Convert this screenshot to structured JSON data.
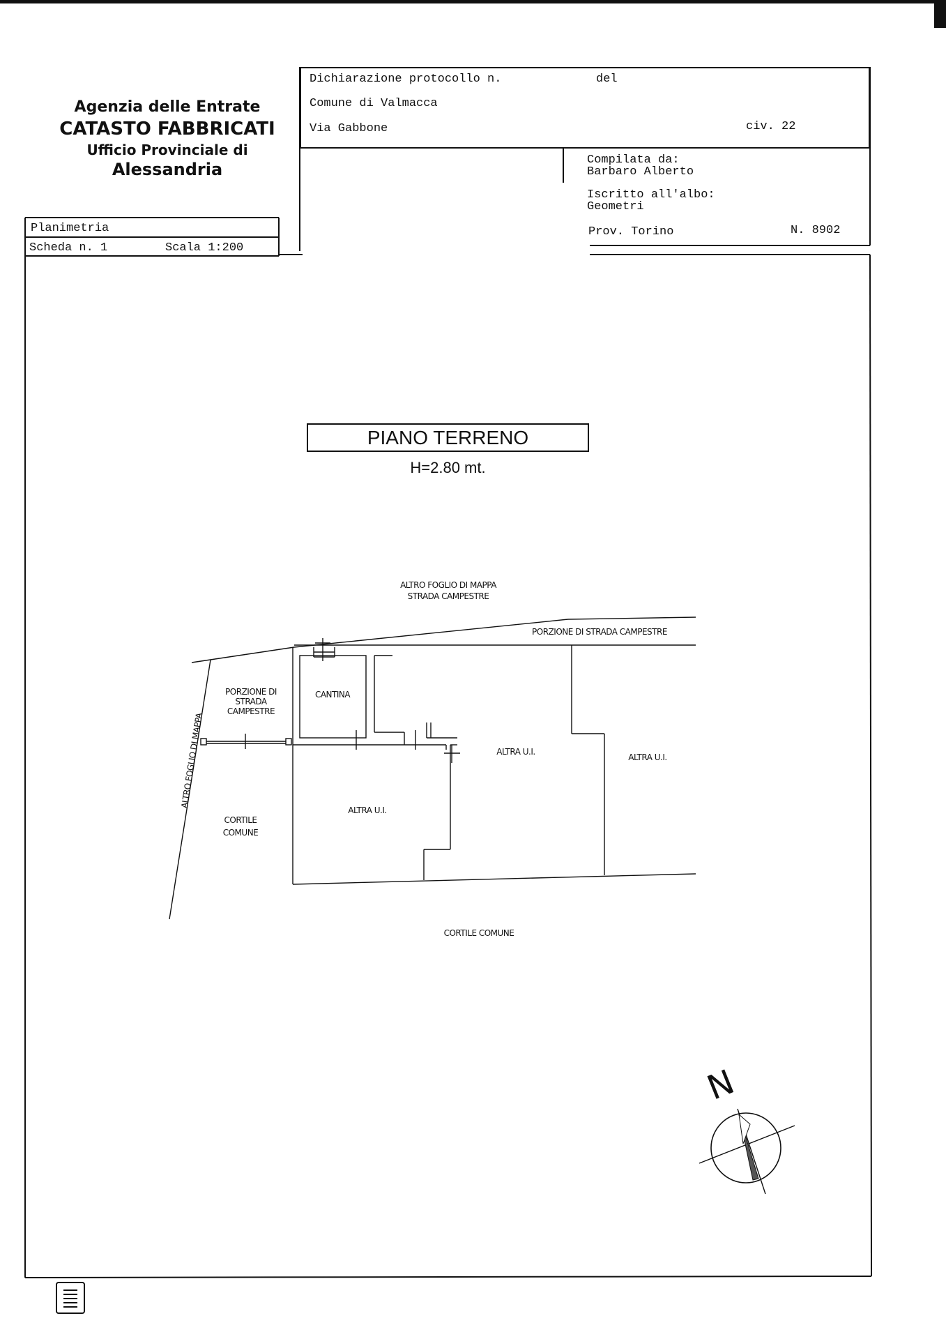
{
  "header": {
    "agency_line1": "Agenzia delle Entrate",
    "agency_line2": "CATASTO FABBRICATI",
    "agency_line3": "Ufficio Provinciale di",
    "agency_line4": "Alessandria"
  },
  "declaration": {
    "protocol_label": "Dichiarazione protocollo n.",
    "del_label": "del",
    "comune": "Comune di Valmacca",
    "via": "Via Gabbone",
    "civ": "civ. 22"
  },
  "compiler": {
    "compiled_label": "Compilata da:",
    "compiled_name": "Barbaro Alberto",
    "albo_label": "Iscritto all'albo:",
    "albo_value": "Geometri",
    "prov": "Prov. Torino",
    "number": "N. 8902"
  },
  "sheet": {
    "planimetria": "Planimetria",
    "scheda": "Scheda n. 1",
    "scala": "Scala 1:200"
  },
  "plan": {
    "title": "PIANO TERRENO",
    "height": "H=2.80 mt.",
    "labels": {
      "altro_foglio_top_1": "ALTRO FOGLIO DI MAPPA",
      "altro_foglio_top_2": "STRADA CAMPESTRE",
      "porzione_strada_top": "PORZIONE DI STRADA CAMPESTRE",
      "porzione_left_1": "PORZIONE DI",
      "porzione_left_2": "STRADA",
      "porzione_left_3": "CAMPESTRE",
      "cantina": "CANTINA",
      "altra_ui_1": "ALTRA U.I.",
      "altra_ui_2": "ALTRA U.I.",
      "altra_ui_3": "ALTRA U.I.",
      "cortile_left_1": "CORTILE",
      "cortile_left_2": "COMUNE",
      "altro_foglio_left": "ALTRO FOGLIO DI MAPPA",
      "cortile_bottom": "CORTILE COMUNE"
    },
    "north_label": "N"
  }
}
